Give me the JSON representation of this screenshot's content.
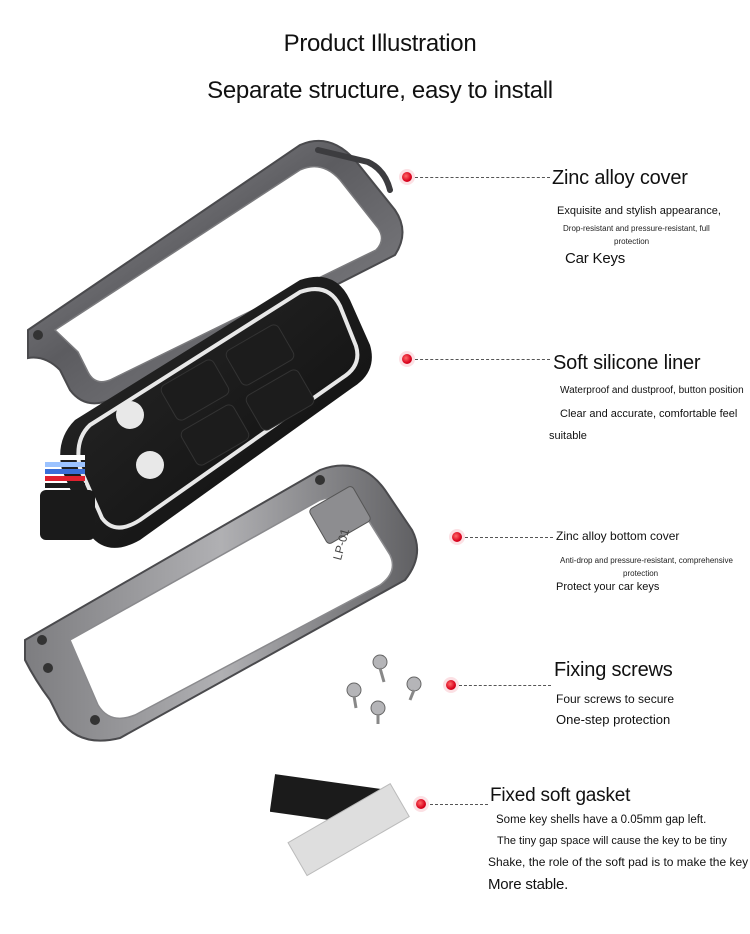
{
  "header": {
    "title": "Product Illustration",
    "subtitle": "Separate structure, easy to install"
  },
  "callouts": {
    "cover": {
      "title": "Zinc alloy cover",
      "line1": "Exquisite and stylish appearance,",
      "line2": "Drop-resistant and pressure-resistant, full",
      "line3": "protection",
      "line4": "Car Keys"
    },
    "liner": {
      "title": "Soft silicone liner",
      "line1": "Waterproof and dustproof, button position",
      "line2": "Clear and accurate, comfortable feel",
      "line3": "suitable"
    },
    "bottom": {
      "title": "Zinc alloy bottom cover",
      "line1": "Anti-drop and pressure-resistant, comprehensive",
      "line2": "protection",
      "line3": "Protect your car keys"
    },
    "screws": {
      "title": "Fixing screws",
      "line1": "Four screws to secure",
      "line2": "One-step protection"
    },
    "gasket": {
      "title": "Fixed soft gasket",
      "line1": "Some key shells have a 0.05mm gap left.",
      "line2": "The tiny gap space will cause the key to be tiny",
      "line3": "Shake, the role of the soft pad is to make the key",
      "line4": "More stable."
    }
  },
  "product": {
    "bottom_cover_marking": "LP-01"
  },
  "colors": {
    "dot": "#d9001b",
    "metal": "#6b6b6e",
    "silicone": "#141414",
    "stripe_blue": "#3a6fd8",
    "stripe_red": "#e0202e"
  }
}
